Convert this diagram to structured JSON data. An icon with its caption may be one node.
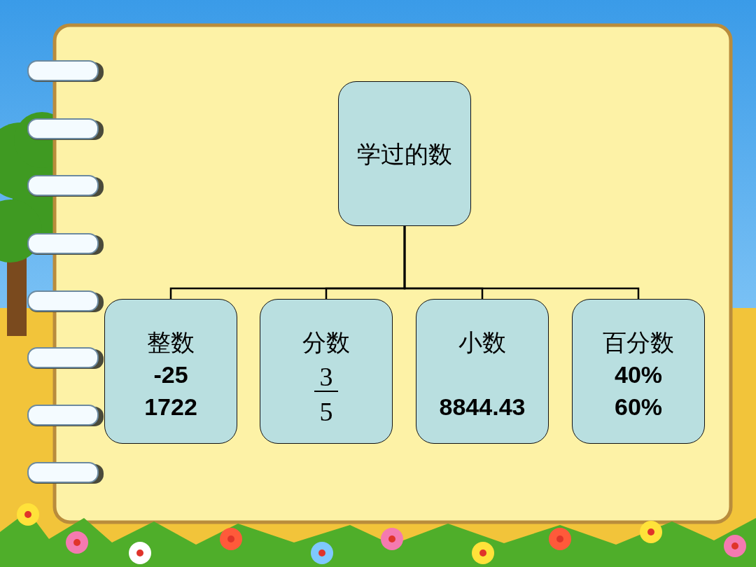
{
  "diagram": {
    "nodes": [
      {
        "text": [
          "学过的数"
        ]
      },
      {
        "text": [
          "整数",
          "-25",
          "1722"
        ]
      },
      {
        "text": [
          "分数",
          "3",
          "5"
        ]
      },
      {
        "text": [
          "小数",
          "8844.43"
        ]
      },
      {
        "text": [
          "百分数",
          "40%",
          "60%"
        ]
      }
    ],
    "edges": [
      {
        "from": 0,
        "to": 1,
        "arrow": "none"
      },
      {
        "from": 0,
        "to": 2,
        "arrow": "none"
      },
      {
        "from": 0,
        "to": 3,
        "arrow": "none"
      },
      {
        "from": 0,
        "to": 4,
        "arrow": "none"
      }
    ]
  }
}
